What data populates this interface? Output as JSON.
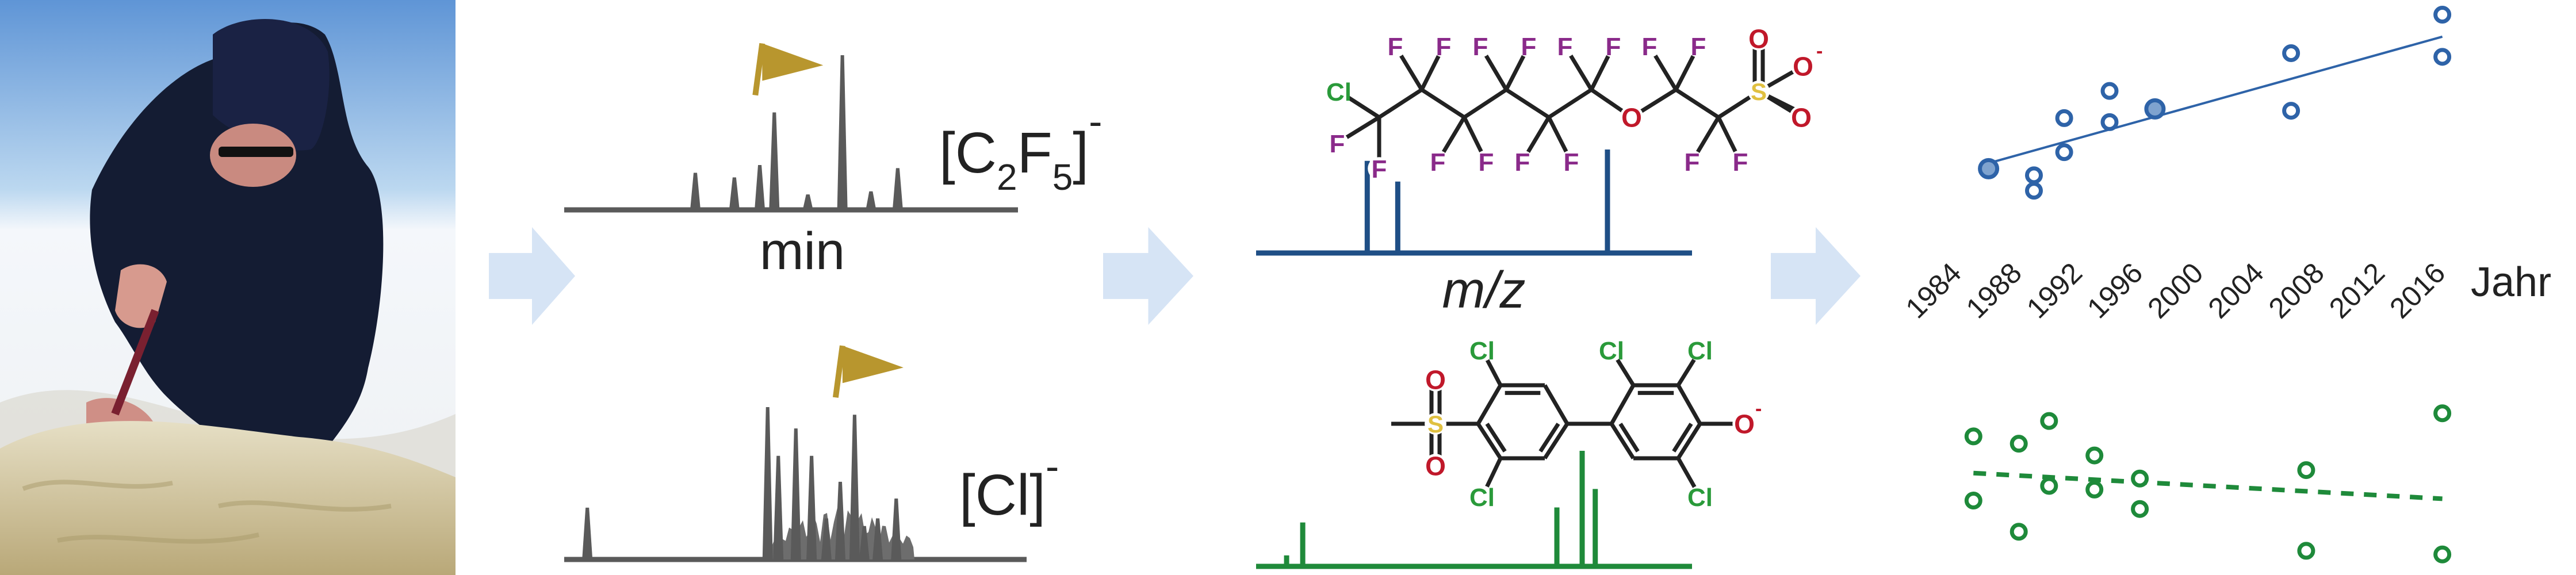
{
  "colors": {
    "chromatogram": "#5a5a5a",
    "flag": "#b8962e",
    "spectrum_blue": "#1f4f86",
    "spectrum_green": "#1f8a3a",
    "fluorine": "#8a2a8a",
    "chlorine": "#2a9a3a",
    "oxygen": "#c0182a",
    "sulfur": "#e0c040",
    "arrow": "#d6e4f5",
    "series_blue": "#2e63a8",
    "series_green": "#1e8a3a"
  },
  "chromatograms": {
    "x_label": "min",
    "top": {
      "label_main": "[C",
      "label_sub1": "2",
      "label_mid": "F",
      "label_sub2": "5",
      "label_end": "]",
      "label_sup": "-",
      "flagged_peak": 3,
      "peaks": [
        [
          28.9,
          24
        ],
        [
          37.5,
          21
        ],
        [
          43.1,
          29
        ],
        [
          46.3,
          63
        ],
        [
          53.7,
          10
        ],
        [
          61.3,
          100
        ],
        [
          67.6,
          12
        ],
        [
          73.5,
          27
        ]
      ]
    },
    "bottom": {
      "label_main": "[Cl]",
      "label_sup": "-",
      "flagged_peak": 7,
      "peaks": [
        [
          5,
          34
        ],
        [
          44,
          100
        ],
        [
          46.3,
          68
        ],
        [
          50.1,
          86
        ],
        [
          53.5,
          68
        ],
        [
          56.7,
          27
        ],
        [
          59.7,
          51
        ],
        [
          62.8,
          95
        ],
        [
          64.9,
          22
        ],
        [
          67.8,
          27
        ],
        [
          71.8,
          40
        ]
      ]
    }
  },
  "spectra": {
    "x_label": "m/z",
    "top_peaks": [
      [
        25.5,
        89
      ],
      [
        32.5,
        69
      ],
      [
        80.6,
        100
      ]
    ],
    "bottom_peaks": [
      [
        7,
        9.5
      ],
      [
        10.7,
        38
      ],
      [
        69,
        51
      ],
      [
        74.8,
        100
      ],
      [
        77.8,
        67
      ]
    ]
  },
  "molecule_top": {
    "atoms": [
      "Cl",
      "F",
      "F",
      "F",
      "F",
      "F",
      "F",
      "F",
      "F",
      "F",
      "F",
      "F",
      "F",
      "F",
      "F",
      "F",
      "F",
      "O",
      "S",
      "O",
      "O",
      "O"
    ],
    "charge": "-"
  },
  "molecule_bottom": {
    "atoms": [
      "S",
      "O",
      "O",
      "Cl",
      "Cl",
      "Cl",
      "Cl",
      "Cl",
      "O"
    ],
    "charge": "-"
  },
  "chart_data": {
    "type": "scatter",
    "xlabel": "Jahr",
    "x_ticks": [
      "1984",
      "1988",
      "1992",
      "1996",
      "2000",
      "2004",
      "2008",
      "2012",
      "2016"
    ],
    "xlim": [
      1984,
      2016
    ],
    "series": [
      {
        "name": "blue",
        "trend": "solid",
        "points": [
          [
            1986,
            28,
            true
          ],
          [
            1989,
            24.4
          ],
          [
            1989,
            16
          ],
          [
            1991,
            55.6
          ],
          [
            1991,
            37
          ],
          [
            1994,
            70.4
          ],
          [
            1994,
            53.4
          ],
          [
            1997,
            60.6,
            true
          ],
          [
            2006,
            91
          ],
          [
            2006,
            59.6
          ],
          [
            2016,
            112
          ],
          [
            2016,
            89
          ]
        ],
        "trend_line": [
          [
            1986,
            31
          ],
          [
            2016,
            100
          ]
        ]
      },
      {
        "name": "green",
        "trend": "dashed",
        "points": [
          [
            1985,
            82
          ],
          [
            1985,
            47
          ],
          [
            1988,
            78
          ],
          [
            1988,
            30
          ],
          [
            1990,
            90.4
          ],
          [
            1990,
            55
          ],
          [
            1993,
            71.6
          ],
          [
            1993,
            53
          ],
          [
            1996,
            59
          ],
          [
            1996,
            42.4
          ],
          [
            2007,
            63.6
          ],
          [
            2007,
            19.6
          ],
          [
            2016,
            94.6
          ],
          [
            2016,
            17.6
          ]
        ],
        "trend_line": [
          [
            1985,
            62
          ],
          [
            2016,
            48
          ]
        ]
      }
    ]
  }
}
